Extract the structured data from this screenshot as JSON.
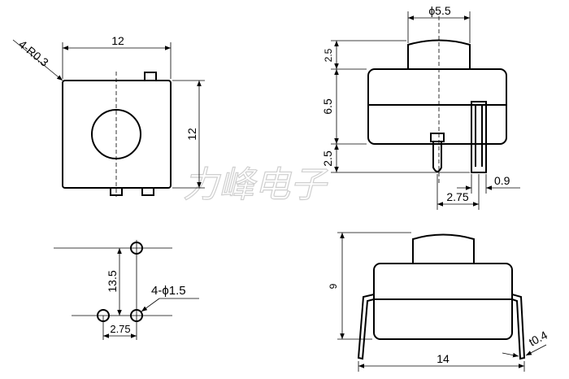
{
  "watermark": "力峰电子",
  "top_view": {
    "radius_label": "4-R0.3",
    "width_label": "12",
    "height_label": "12"
  },
  "front_view": {
    "actuator_dia_label": "ϕ5.5",
    "actuator_height_label": "2.5",
    "body_height_label": "6.5",
    "lower_height_label": "2.5",
    "pin_width_label": "0.9",
    "pin_pitch_label": "2.75"
  },
  "footprint": {
    "pitch_y_label": "13.5",
    "hole_label": "4-ϕ1.5",
    "pitch_x_label": "2.75"
  },
  "side_view": {
    "height_label": "9",
    "width_label": "14",
    "thickness_label": "t0.4"
  }
}
